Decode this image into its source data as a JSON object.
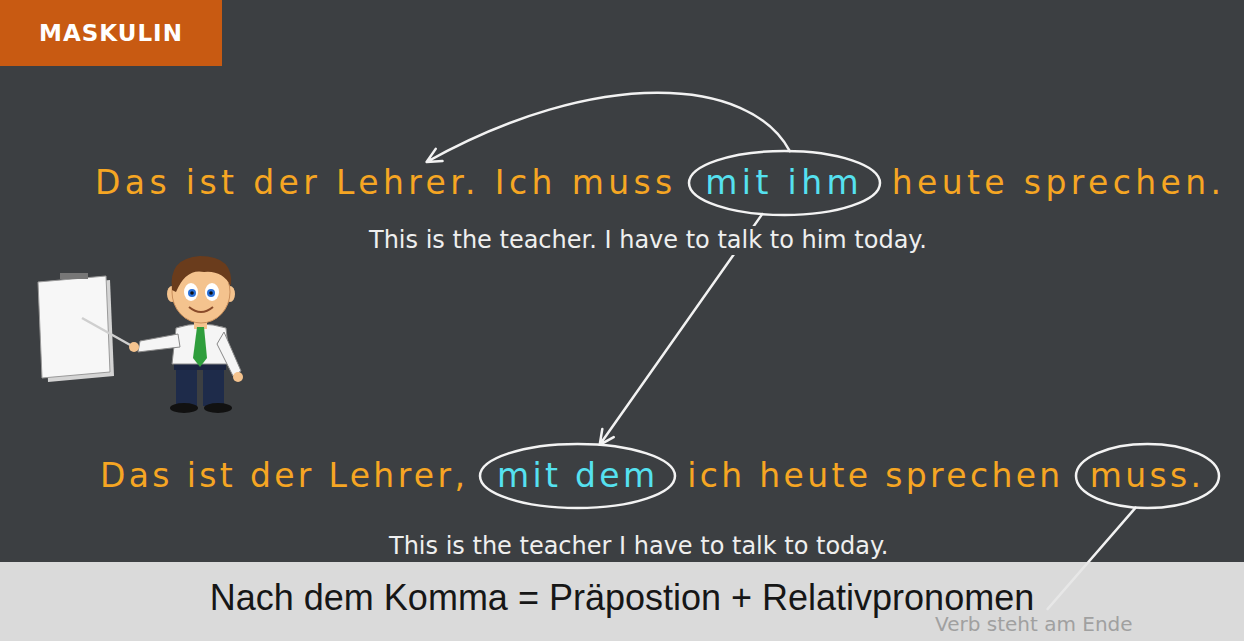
{
  "diagram": {
    "nodes": [
      {
        "text": [
          "MASKULIN"
        ]
      },
      {
        "text": [
          "mit ihm"
        ]
      },
      {
        "text": [
          "mit dem"
        ]
      },
      {
        "text": [
          "muss."
        ]
      },
      {
        "text": [
          "Nach dem Komma = Präpostion + Relativpronomen"
        ]
      }
    ],
    "edges": [
      {
        "from": 1,
        "to": 2,
        "arrow": "to"
      }
    ],
    "labels": [
      "Das ist der Lehrer. Ich muss",
      "heute sprechen.",
      "This is the teacher. I have to talk to him today.",
      "Das ist der Lehrer,",
      "ich heute sprechen",
      "This is the teacher I have to talk to today.",
      "Verb steht am Ende"
    ]
  }
}
